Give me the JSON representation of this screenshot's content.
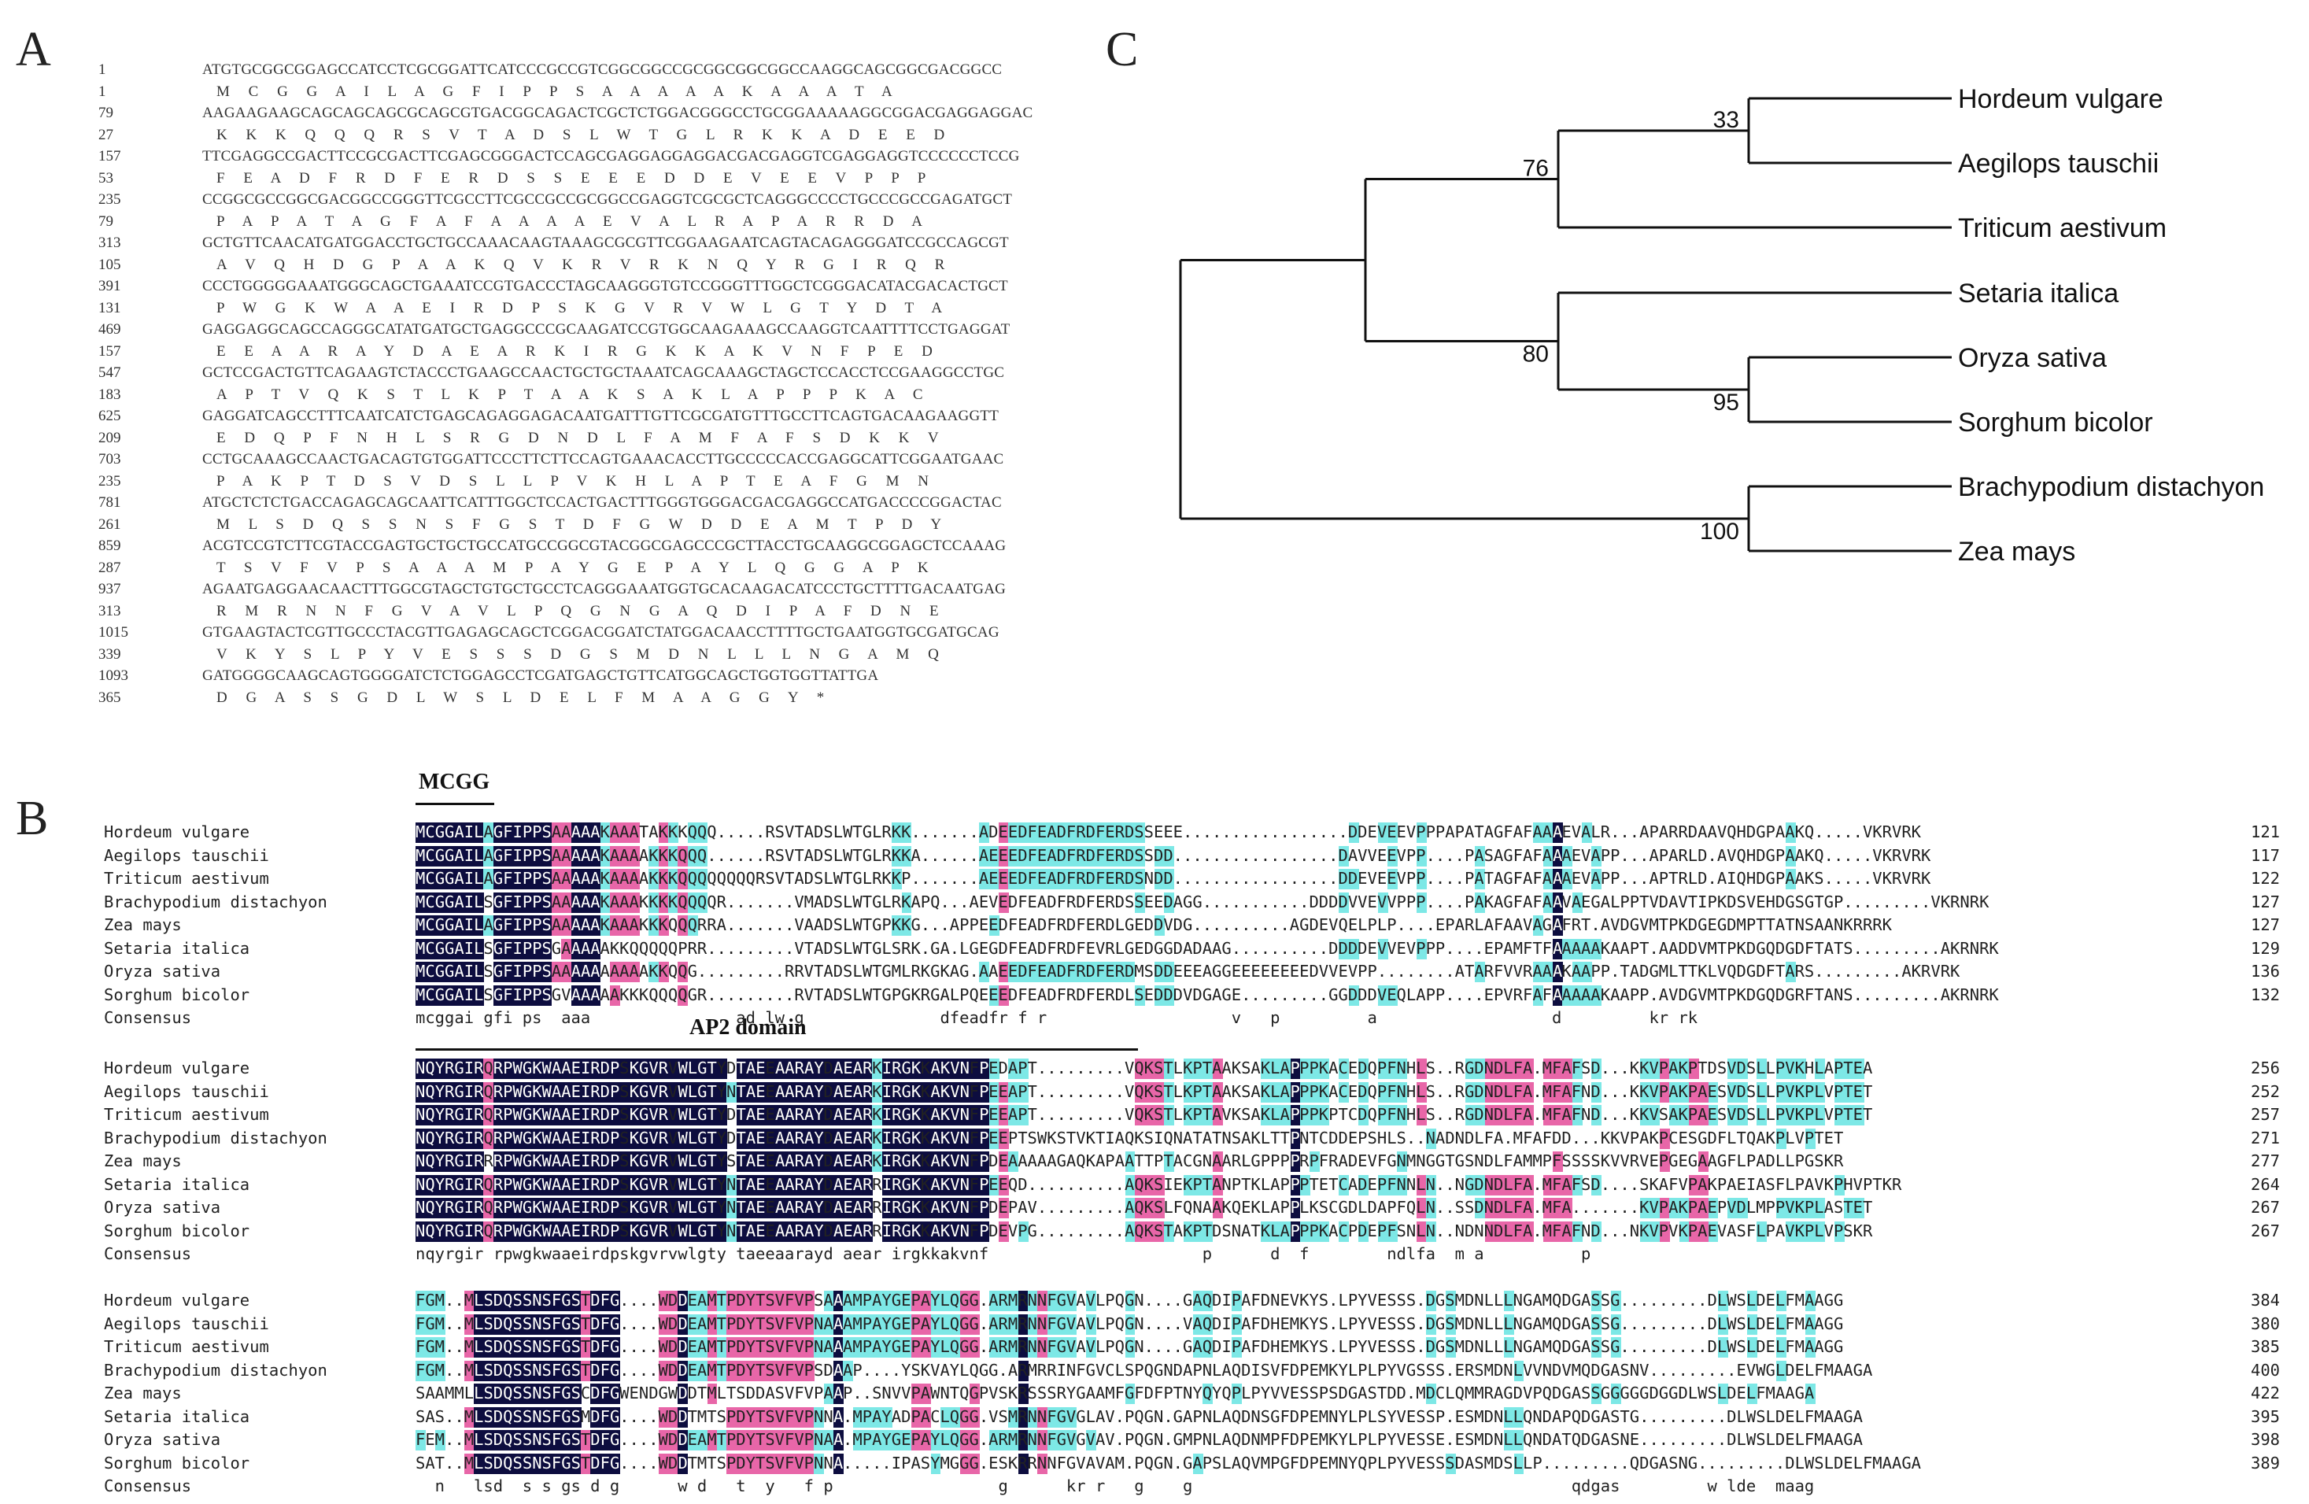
{
  "panels": {
    "a": "A",
    "b": "B",
    "c": "C"
  },
  "panel_a": {
    "lines": [
      {
        "num": "1",
        "text": "ATGTGCGGCGGAGCCATCCTCGCGGATTCATCCCGCCGTCGGCGGCCGCGGCGGCGGCCAAGGCAGCGGCGACGGCC",
        "kind": "nt"
      },
      {
        "num": "1",
        "text": "M C G G A I L A G F I P P S A A A A A K A A A T A",
        "kind": "aa"
      },
      {
        "num": "79",
        "text": "AAGAAGAAGCAGCAGCAGCGCAGCGTGACGGCAGACTCGCTCTGGACGGGCCTGCGGAAAAAGGCGGACGAGGAGGAC",
        "kind": "nt"
      },
      {
        "num": "27",
        "text": "K K K Q Q Q R S V T A D S L W T G L R K K A D E E D",
        "kind": "aa"
      },
      {
        "num": "157",
        "text": "TTCGAGGCCGACTTCCGCGACTTCGAGCGGGACTCCAGCGAGGAGGAGGACGACGAGGTCGAGGAGGTCCCCCCTCCG",
        "kind": "nt"
      },
      {
        "num": "53",
        "text": "F E A D F R D F E R D S S E E E D D E V E E V P P P",
        "kind": "aa"
      },
      {
        "num": "235",
        "text": "CCGGCGCCGGCGACGGCCGGGTTCGCCTTCGCCGCCGCGGCCGAGGTCGCGCTCAGGGCCCCTGCCCGCCGAGATGCT",
        "kind": "nt"
      },
      {
        "num": "79",
        "text": "P A P A T A G F A F A A A A E V A L R A P A R R D A",
        "kind": "aa"
      },
      {
        "num": "313",
        "text": "GCTGTTCAACATGATGGACCTGCTGCCAAACAAGTAAAGCGCGTTCGGAAGAATCAGTACAGAGGGATCCGCCAGCGT",
        "kind": "nt"
      },
      {
        "num": "105",
        "text": "A V Q H D G P A A K Q V K R V R K N Q Y R G I R Q R",
        "kind": "aa"
      },
      {
        "num": "391",
        "text": "CCCTGGGGGAAATGGGCAGCTGAAATCCGTGACCCTAGCAAGGGTGTCCGGGTTTGGCTCGGGACATACGACACTGCT",
        "kind": "nt"
      },
      {
        "num": "131",
        "text": "P W G K W A A E I R D P S K G V R V W L G T Y D T A",
        "kind": "aa"
      },
      {
        "num": "469",
        "text": "GAGGAGGCAGCCAGGGCATATGATGCTGAGGCCCGCAAGATCCGTGGCAAGAAAGCCAAGGTCAATTTTCCTGAGGAT",
        "kind": "nt"
      },
      {
        "num": "157",
        "text": "E E A A R A Y D A E A R K I R G K K A K V N F P E D",
        "kind": "aa"
      },
      {
        "num": "547",
        "text": "GCTCCGACTGTTCAGAAGTCTACCCTGAAGCCAACTGCTGCTAAATCAGCAAAGCTAGCTCCACCTCCGAAGGCCTGC",
        "kind": "nt"
      },
      {
        "num": "183",
        "text": "A P T V Q K S T L K P T A A K S A K L A P P P K A C",
        "kind": "aa"
      },
      {
        "num": "625",
        "text": "GAGGATCAGCCTTTCAATCATCTGAGCAGAGGAGACAATGATTTGTTCGCGATGTTTGCCTTCAGTGACAAGAAGGTT",
        "kind": "nt"
      },
      {
        "num": "209",
        "text": "E D Q P F N H L S R G D N D L F A M F A F S D K K V",
        "kind": "aa"
      },
      {
        "num": "703",
        "text": "CCTGCAAAGCCAACTGACAGTGTGGATTCCCTTCTTCCAGTGAAACACCTTGCCCCCACCGAGGCATTCGGAATGAAC",
        "kind": "nt"
      },
      {
        "num": "235",
        "text": "P A K P T D S V D S L L P V K H L A P T E A F G M N",
        "kind": "aa"
      },
      {
        "num": "781",
        "text": "ATGCTCTCTGACCAGAGCAGCAATTCATTTGGCTCCACTGACTTTGGGTGGGACGACGAGGCCATGACCCCGGACTAC",
        "kind": "nt"
      },
      {
        "num": "261",
        "text": "M L S D Q S S N S F G S T D F G W D D E A M T P D Y",
        "kind": "aa"
      },
      {
        "num": "859",
        "text": "ACGTCCGTCTTCGTACCGAGTGCTGCTGCCATGCCGGCGTACGGCGAGCCCGCTTACCTGCAAGGCGGAGCTCCAAAG",
        "kind": "nt"
      },
      {
        "num": "287",
        "text": "T S V F V P S A A A M P A Y G E P A Y L Q G G A P K",
        "kind": "aa"
      },
      {
        "num": "937",
        "text": "AGAATGAGGAACAACTTTGGCGTAGCTGTGCTGCCTCAGGGAAATGGTGCACAAGACATCCCTGCTTTTGACAATGAG",
        "kind": "nt"
      },
      {
        "num": "313",
        "text": "R M R N N F G V A V L P Q G N G A Q D I P A F D N E",
        "kind": "aa"
      },
      {
        "num": "1015",
        "text": "GTGAAGTACTCGTTGCCCTACGTTGAGAGCAGCTCGGACGGATCTATGGACAACCTTTTGCTGAATGGTGCGATGCAG",
        "kind": "nt"
      },
      {
        "num": "339",
        "text": "V K Y S L P Y V E S S S D G S M D N L L L N G A M Q",
        "kind": "aa"
      },
      {
        "num": "1093",
        "text": "GATGGGGCAAGCAGTGGGGATCTCTGGAGCCTCGATGAGCTGTTCATGGCAGCTGGTGGTTATTGA",
        "kind": "nt"
      },
      {
        "num": "365",
        "text": "D G A S S G D L W S L D E L F M A A G G Y *",
        "kind": "aa"
      }
    ]
  },
  "panel_c": {
    "leaves": [
      "Hordeum vulgare",
      "Aegilops tauschii",
      "Triticum aestivum",
      "Setaria italica",
      "Oryza sativa",
      "Sorghum bicolor",
      "Brachypodium distachyon",
      "Zea mays"
    ],
    "bootstrap": [
      "33",
      "76",
      "80",
      "95",
      "100"
    ]
  },
  "panel_b": {
    "domain_labels": {
      "mcgg": "MCGG",
      "ap2": "AP2 domain"
    },
    "colors": {
      "identical": "#0d0d3f",
      "high": "#e866a8",
      "medium": "#7de8e6"
    },
    "blocks": [
      {
        "rows": [
          {
            "name": "Hordeum vulgare",
            "seq": "MCGGAILAGFIPPSAAAAAKAAATAKKKQQQ.....RSVTADSLWTGLRKK.......ADEEDFEADFRDFERDSSEEE.................DDEVEEVPPPAPATAGFAFAAAEVALR...APARRDAAVQHDGPAAKQ.....VKRVRK",
            "end": "121"
          },
          {
            "name": "Aegilops tauschii",
            "seq": "MCGGAILAGFIPPSAAAAAKAAAAKKKQQQ......RSVTADSLWTGLRKKA......AEEEDFEADFRDFERDSSDD.................DAVVEEVPP....PASAGFAFAAAEVAPP...APARLD.AVQHDGPAAKQ.....VKRVRK",
            "end": "117"
          },
          {
            "name": "Triticum aestivum",
            "seq": "MCGGAILAGFIPPSAAAAAKAAAAKKKQQQQQQQQRSVTADSLWTGLRKKP.......AEEEDFEADFRDFERDSNDD.................DDEVEEVPP....PATAGFAFAAAEVAPP...APTRLD.AIQHDGPAAKS.....VKRVRK",
            "end": "122"
          },
          {
            "name": "Brachypodium distachyon",
            "seq": "MCGGAILSGFIPPSAAAAAKAAAKKKKQQQQR.......VMADSLWTGLRKAPQ...AEVEDFEADFRDFERDSSEEDAGG...........DDDDVVEVVPPP....PAKAGFAFAAVAEGALPPTVDAVTIPKDSVEHDGSGTGP.........VKRNRK",
            "end": "127"
          },
          {
            "name": "Zea mays",
            "seq": "MCGGAILAGFIPPSAAAAAKAAAKKKQQQRRA.......VAADSLWTGPKKG...APPEEDFEADFRDFERDLGEDDVDG..........AGDEVQELPLP....EPARLAFAAVAGAFRT.AVDGVMTPKDGEGDMPTTATNSAANKRRRK",
            "end": "127"
          },
          {
            "name": "Setaria italica",
            "seq": "MCGGAILSGFIPPSGAAAAAKKQQQQQPRR.........VTADSLWTGLSRK.GA.LGEGDFEADFRDFEVRLGEDGGDADAAG..........DDDDEVVEVPPP....EPAMFTFAAAAAKAAPT.AADDVMTPKDGQDGDFTATS.........AKRNRK",
            "end": "129"
          },
          {
            "name": "Oryza sativa",
            "seq": "MCGGAILSGFIPPSAAAAAAAAAAKKQQG.........RRVTADSLWTGMLRKGKAG.AAEEDFEADFRDFERDMSDDEEEAGGEEEEEEEEDVVEVPP........ATARFVVRAAAKAAPP.TADGMLTTKLVQDGDFTARS.........AKRVRK",
            "end": "136"
          },
          {
            "name": "Sorghum bicolor",
            "seq": "MCGGAILSGFIPPSGVAAAAAKKKQQQQGR.........RVTADSLWTGPGKRGALPQEEEDFEADFRDFERDLSEDDDVDGAGE.........GGDDDVEQLAPP....EPVRFAFAAAAAKAAPP.AVDGVMTPKDGQDGRFTANS.........AKRNRK",
            "end": "132"
          }
        ],
        "consensus": "mcggai gfi ps  aaa               ad lw g              dfeadfr f r                   v   p         a                  d         kr rk"
      },
      {
        "rows": [
          {
            "name": "Hordeum vulgare",
            "seq": "NQYRGIRQRPWGKWAAEIRDPSKGVRVWLGTYDTAEEAARAYDAEARKIRGKKAKVNFPEDAPT.........VQKSTLKPTAAKSAKLAPPPKACEDQPFNHLS..RGDNDLFA.MFAFSD...KKVPAKPTDSVDSLLPVKHLAPTEA",
            "end": "256"
          },
          {
            "name": "Aegilops tauschii",
            "seq": "NQYRGIRQRPWGKWAAEIRDPSKGVRVWLGTYNTAEEAARAYDAEARKIRGKKAKVNFPEEAPT.........VQKSTLKPTAAKSAKLAPPPKACEDQPFNHLS..RGDNDLFA.MFAFND...KKVPAKPAESVDSLLPVKPLVPTET",
            "end": "252"
          },
          {
            "name": "Triticum aestivum",
            "seq": "NQYRGIRQRPWGKWAAEIRDPSKGVRVWLGTYDTAEEAARAYDAEARKIRGKKAKVNFPEEAPT.........VQKSTLKPTAVKSAKLAPPPKPTCDQPFNHLS..RGDNDLFA.MFAFND...KKVSAKPAESVDSLLPVKPLVPTET",
            "end": "257"
          },
          {
            "name": "Brachypodium distachyon",
            "seq": "NQYRGIRQRPWGKWAAEIRDPSKGVRVWLGTYDTAEEAARAYDAEARKIRGKKAKVNFPEEPTSWKSTVKTIAQKSIQNATATNSAKLTTPNTCDDEPSHLS..NADNDLFA.MFAFDD...KKVPAKPCESGDFLTQAKPLVPTET",
            "end": "271"
          },
          {
            "name": "Zea mays",
            "seq": "NQYRGIRRRPWGKWAAEIRDPSKGVRVWLGTYSTAEEAARAYDAEARKIRGKKAKVNFPDEAAAAAGAQKAPAATTPTACGNAARLGPPPPRPFRADEVFGNMNGGTGSNDLFAMMPFSSSSKVVRVEPGEGAAGFLPADLLPGSKR",
            "end": "277"
          },
          {
            "name": "Setaria italica",
            "seq": "NQYRGIRQRPWGKWAAEIRDPSKGVRVWLGTYNTAEEAARAYDAEARRIRGKKAKVNFPEEQD..........AQKSIEKPTANPTKLAPPPTETCADEPFNNLN..NGDNDLFA.MFAFSD....SKAFVPAKPAEIASFLPAVKPHVPTKR",
            "end": "264"
          },
          {
            "name": "Oryza sativa",
            "seq": "NQYRGIRQRPWGKWAAEIRDPSKGVRVWLGTYNTAEEAARAYDAEARRIRGKKAKVNFPDEPAV.........AQKSLFQNAAKQEKLAPPLKSCGDLDAPFQLN..SSDNDLFA.MFA.......KVPAKPAEPVDLMPPVKPLASTET",
            "end": "267"
          },
          {
            "name": "Sorghum bicolor",
            "seq": "NQYRGIRQRPWGKWAAEIRDPSKGVRVWLGTYNTAEEAARAYDAEARRIRGKKAKVNFPDEVPG.........AQKSTAKPTDSNATKLAPPPKACPDEPFSNLN..NDNNDLFA.MFAFND...NKVPVKPAEVASFLPAVKPLVPSKR",
            "end": "267"
          }
        ],
        "consensus": "nqyrgir rpwgkwaaeirdpskgvrvwlgty taeeaarayd aear irgkkakvnf                      p      d  f        ndlfa  m a          p"
      },
      {
        "rows": [
          {
            "name": "Hordeum vulgare",
            "seq": "FGM..MLSDQSSNSFGSTDFG....WDDEAMTPDYTSVFVPSAAAMPAYGEPAYLQGG.ARMRNNFGVAVLPQGN....GAQDIPAFDNEVKYS.LPYVESSS.DGSMDNLLLNGAMQDGASSG.........DLWSLDELFMAAGG",
            "end": "384"
          },
          {
            "name": "Aegilops tauschii",
            "seq": "FGM..MLSDQSSNSFGSTDFG....WDDEAMTPDYTSVFVPNAAAMPAYGEPAYLQGG.ARMRNNFGVAVLPQGN....VAQDIPAFDHEMKYS.LPYVESSS.DGSMDNLLLNGAMQDGASSG.........DLWSLDELFMAAGG",
            "end": "380"
          },
          {
            "name": "Triticum aestivum",
            "seq": "FGM..MLSDQSSNSFGSTDFG....WDDEAMTPDYTSVFVPNAAAMPAYGEPAYLQGG.ARMRNNFGVAVLPQGN....GAQDIPAFDHEMKYS.LPYVESSS.DGSMDNLLLNGAMQDGASSG.........DLWSLDELFMAAGG",
            "end": "385"
          },
          {
            "name": "Brachypodium distachyon",
            "seq": "FGM..MLSDQSSNSFGSTDFG....WDDEAMTPDYTSVFVPSDAAP....YSKVAYLQGG.ARMRRINFGVCLSPQGNDAPNLAQDISVFDPEMKYLPLPYVGSSS.ERSMDNLVVNDVMQDGASNV.........EVWGLDELFMAAGA",
            "end": "400"
          },
          {
            "name": "Zea mays",
            "seq": "SAAMMLLSDQSSNSFGSCDFGWENDGWDDTMLTSDDASVFVPAAP..SNVVPAWNTQGPVSKRSSSRYGAAMFGFDFPTNYQYQPLPYVVESSPSDGASTDD.MDCLQMMRAGDVPQDGASSGGGGGDGGDLWSLDELFMAAGA",
            "end": "422"
          },
          {
            "name": "Setaria italica",
            "seq": "SAS..MLSDQSSNSFGSMDFG....WDDTMTSPDYTSVFVPNNA.MPAYADPACLQGG.VSMRNNFGVGLAV.PQGN.GAPNLAQDNSGFDPEMNYLPLSYVESSP.ESMDNLLQNDAPQDGASTG.........DLWSLDELFMAAGA",
            "end": "395"
          },
          {
            "name": "Oryza sativa",
            "seq": "FEM..MLSDQSSNSFGSTDFG....WDDEAMTPDYTSVFVPNAA.MPAYGEPAYLQGG.ARMRNNFGVGVAV.PQGN.GMPNLAQDNMPFDPEMKYLPLPYVESSE.ESMDNLLQNDATQDGASNE.........DLWSLDELFMAAGA",
            "end": "398"
          },
          {
            "name": "Sorghum bicolor",
            "seq": "SAT..MLSDQSSNSFGSTDFG....WDDTMTSPDYTSVFVPNNA.....IPASYMGGG.ESKRRNNFGVAVAM.PQGN.GAPSLAQVMPGFDPEMNYQPLPYVESSSDASMDSLLP.........QDGASNG.........DLWSLDELFMAAGA",
            "end": "389"
          }
        ],
        "consensus": "  n   lsd  s s gs d g      w d   t  y   f p                 g      kr r   g    g                                       qdgas         w lde  maag"
      }
    ]
  }
}
